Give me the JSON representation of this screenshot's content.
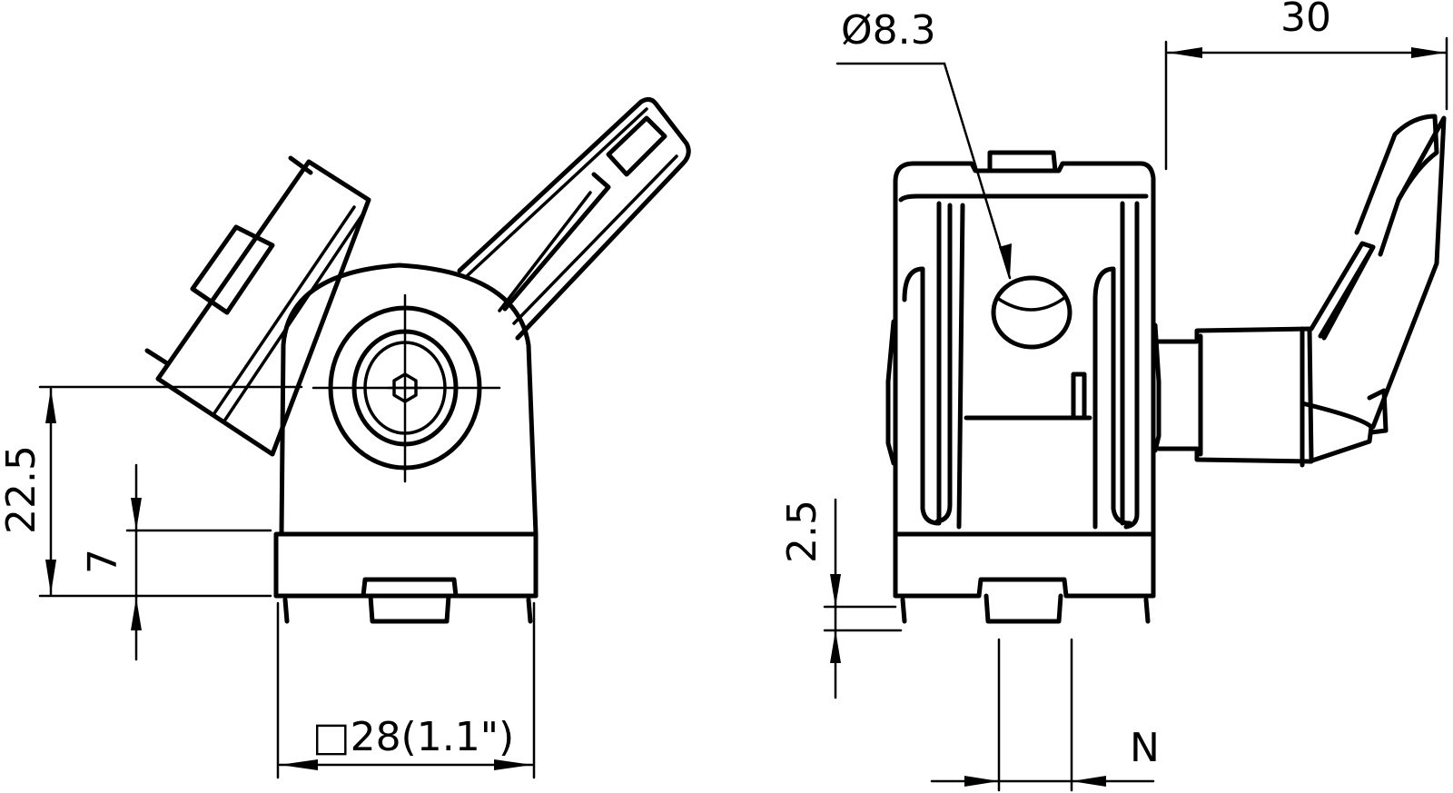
{
  "drawing": {
    "title": "Angle connector with clamping lever - technical drawing",
    "views": [
      "side-view",
      "front-view"
    ],
    "line_color": "#000000",
    "background": "#ffffff"
  },
  "dimensions": {
    "height_total": "22.5",
    "height_base": "7",
    "width_square": "□28(1.1\")",
    "slot_depth": "2.5",
    "hole_diameter": "Ø8.3",
    "lever_offset": "30",
    "slot_width": "N"
  }
}
